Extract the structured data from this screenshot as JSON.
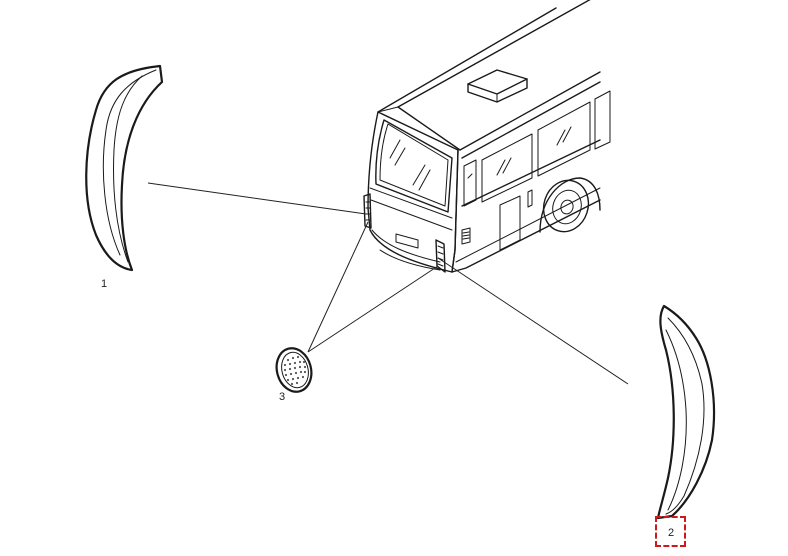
{
  "callouts": [
    {
      "number": "1"
    },
    {
      "number": "3"
    },
    {
      "number": "2"
    }
  ],
  "highlight": {
    "part": "2",
    "color": "#d01818"
  },
  "icons": [
    "bus-illustration",
    "left-side-panel",
    "right-side-panel",
    "round-grille"
  ]
}
